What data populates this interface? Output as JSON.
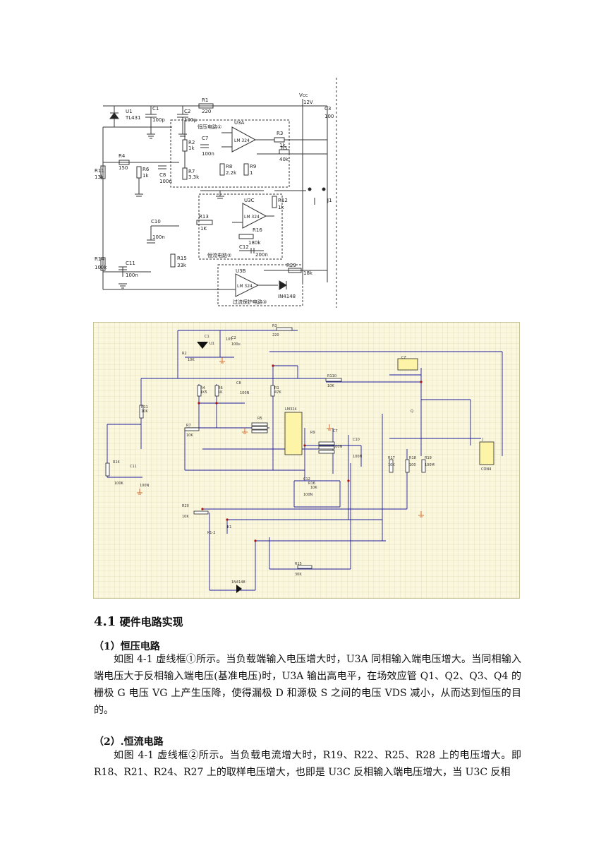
{
  "figure1": {
    "labels": {
      "u1": "U1",
      "tl431": "TL431",
      "c1": "C1",
      "c1v": "100p",
      "c2": "C2",
      "c2v": "100μ",
      "r1": "R1",
      "r1v": "220",
      "vcc": "Vcc",
      "vccv": "12V",
      "c3": "C3",
      "c3v": "100",
      "box1": "恒压电路①",
      "u3a": "U3A",
      "lm324a": "LM 324",
      "r2": "R2",
      "r2v": "1k",
      "c7": "C7",
      "c7v": "100n",
      "r3": "R3",
      "r3v": "1k",
      "r5": "R5",
      "r5v": "40k",
      "r4": "R4",
      "r4v": "150",
      "r11": "R11",
      "r11v": "13k",
      "r6": "R6",
      "r6v": "1k",
      "c8": "C8",
      "c8v": "100n",
      "r7": "R7",
      "r7v": "3.3k",
      "r8": "R8",
      "r8v": "2.2k",
      "r9": "R9",
      "r9v": "1",
      "u3c": "U3C",
      "lm324c": "LM 324",
      "r12": "R12",
      "r12v": "1k",
      "c10": "C10",
      "c10v": "100n",
      "r13": "R13",
      "r13v": "1K",
      "r16": "R16",
      "r16v": "180k",
      "box2": "恒流电路②",
      "c12": "C12",
      "c12v": "200n",
      "r14": "R14",
      "r14v": "100k",
      "c11": "C11",
      "c11v": "100n",
      "r15": "R15",
      "r15v": "33k",
      "u3b": "U3B",
      "lm324b": "LM 324",
      "r29": "R29",
      "r29v": "18k",
      "d": "IN4148",
      "box3": "过流保护电路③",
      "j1": "J1"
    }
  },
  "figure2": {
    "labels": {
      "r3": "R3",
      "r3v": "220",
      "c1": "C1",
      "c1v": "105",
      "c2": "C2",
      "c2v": "100u",
      "u1": "U1",
      "r2": "R2",
      "r2v": "10K",
      "cz": "CZ",
      "r4": "R4",
      "r4v": "1K5",
      "r6": "R6",
      "r6v": "1K",
      "r1": "R1",
      "r1v": "47K",
      "c8": "C8",
      "c8v": "100N",
      "r110": "R110",
      "r110v": "10K",
      "r11": "R11",
      "r11v": "10K",
      "lm": "LM324",
      "r5": "R5",
      "r7": "R7",
      "r7v": "10K",
      "r9": "R9",
      "c7": "C7",
      "c7v": "100N",
      "c10": "C10",
      "c10v": "100N",
      "q": "Q",
      "j": "J",
      "jv": "CON4",
      "r14": "R14",
      "r14v": "100K",
      "c11": "C11",
      "c11v": "100N",
      "r17": "R17",
      "r17v": "10K",
      "r18": "R18",
      "r18v": "100",
      "r19": "R19",
      "r19v": "100M",
      "c12": "C12",
      "r16": "R16",
      "r16v": "10K",
      "c12v": "100N",
      "r20": "R20",
      "r20v": "10K",
      "k1": "K1",
      "k12": "K1-2",
      "r15": "R15",
      "r15v": "30K",
      "d1": "1N4148"
    }
  },
  "section": {
    "number": "4.1",
    "title": "硬件电路实现"
  },
  "subsections": [
    {
      "heading": "（1）恒压电路",
      "paragraph": "如图 4-1 虚线框①所示。当负载端输入电压增大时，U3A 同相输入端电压增大。当同相输入端电压大于反相输入端电压(基准电压)时，U3A 输出高电平，在场效应管 Q1、Q2、Q3、Q4 的栅极 G 电压 VG 上产生压降，使得漏极 D 和源极 S 之间的电压 VDS 减小，从而达到恒压的目的。"
    },
    {
      "heading": "（2）.恒流电路",
      "paragraph": "如图 4-1 虚线框②所示。当负载电流增大时，R19、R22、R25、R28 上的电压增大。即 R18、R21、R24、R27 上的取样电压增大，也即是 U3C 反相输入端电压增大，当 U3C 反相"
    }
  ]
}
